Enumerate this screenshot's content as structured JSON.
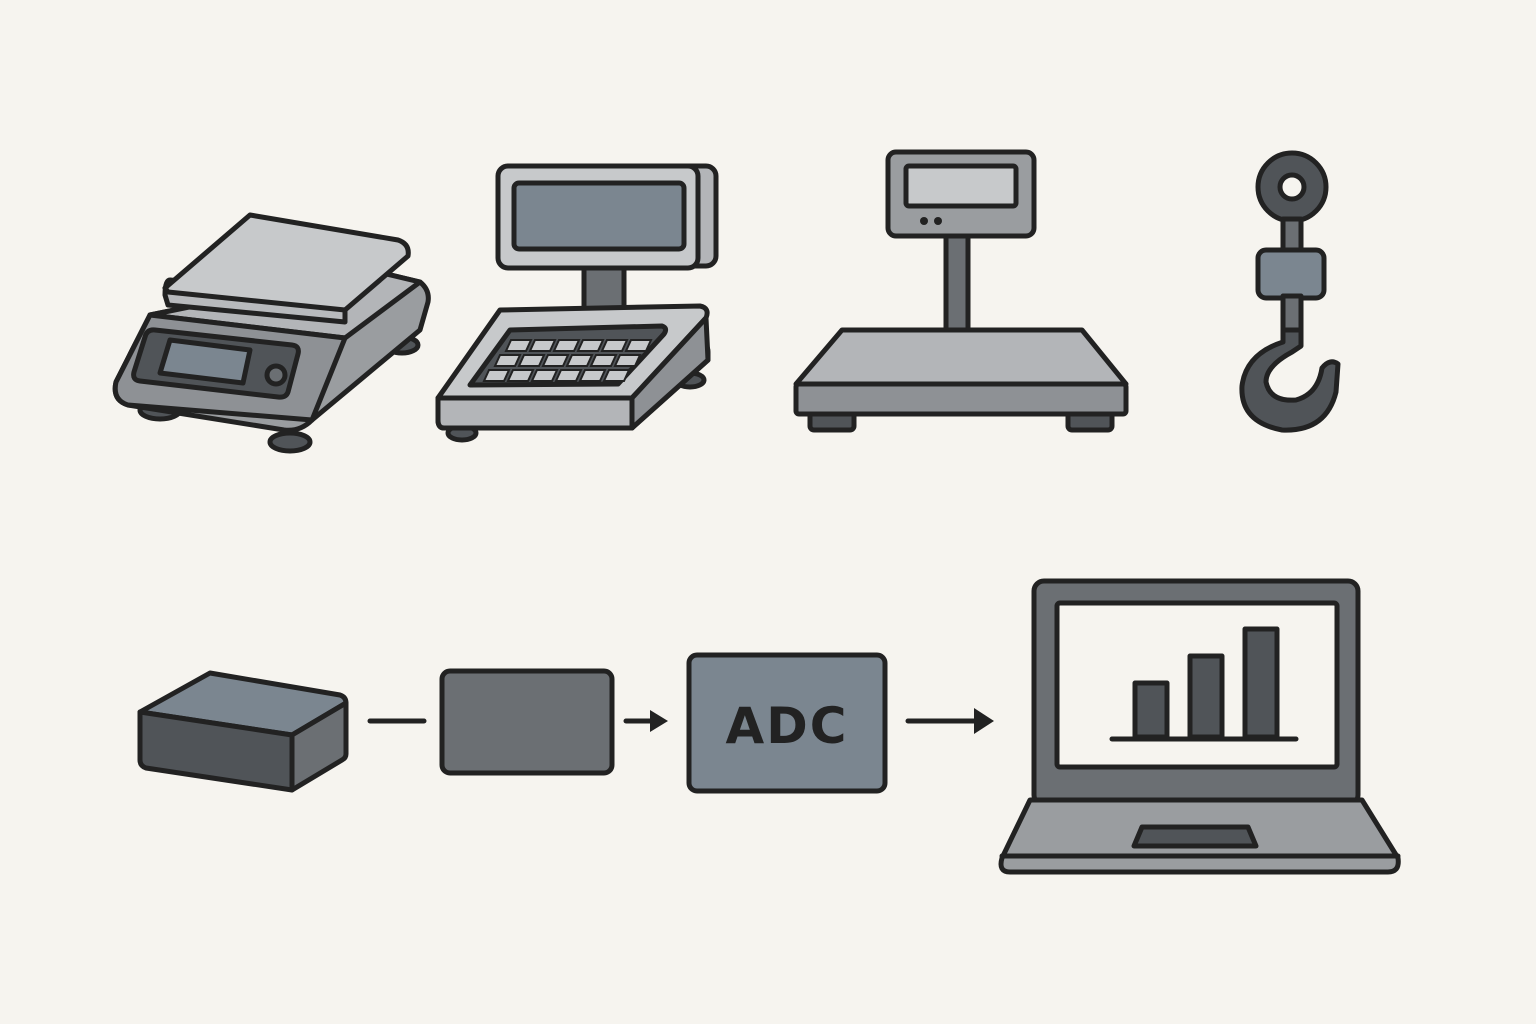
{
  "palette": {
    "background": "#f6f4ef",
    "outline": "#222222",
    "light_gray": "#c7c9cb",
    "mid_gray": "#9a9da0",
    "dark_gray": "#6b6f73",
    "darker_gray": "#505458",
    "screen_blue_gray": "#7b8690"
  },
  "scales_row": {
    "items": [
      {
        "icon": "digital-kitchen-scale-icon"
      },
      {
        "icon": "retail-pos-scale-icon"
      },
      {
        "icon": "platform-scale-icon"
      },
      {
        "icon": "crane-hook-scale-icon"
      }
    ]
  },
  "signal_chain": {
    "steps": [
      {
        "icon": "load-cell-icon"
      },
      {
        "icon": "signal-conditioner-icon"
      },
      {
        "icon": "adc-icon",
        "label": "ADC"
      },
      {
        "icon": "laptop-chart-icon"
      }
    ],
    "chart_bars_relative": [
      0.5,
      0.75,
      1.0
    ]
  }
}
